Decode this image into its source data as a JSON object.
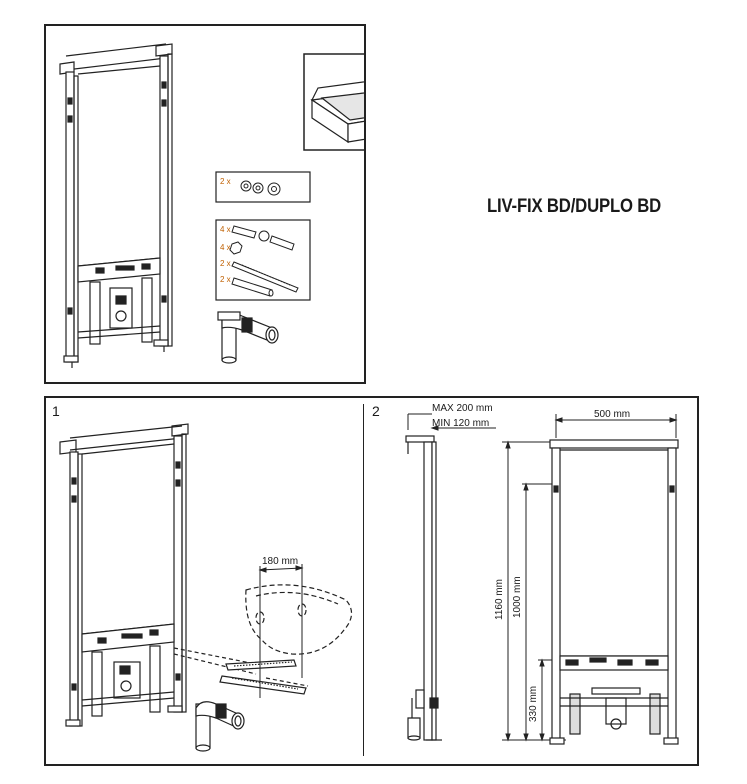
{
  "product_title": "LIV-FIX BD/DUPLO BD",
  "kit": {
    "washer_group": {
      "qty": "2 x"
    },
    "hardware_group": {
      "items": [
        {
          "qty": "4 x",
          "icon": "bolt-with-washer"
        },
        {
          "qty": "4 x",
          "icon": "nut"
        },
        {
          "qty": "2 x",
          "icon": "threaded-rod"
        },
        {
          "qty": "2 x",
          "icon": "sleeve"
        }
      ]
    }
  },
  "steps": [
    {
      "number": "1",
      "dimension": "180 mm"
    },
    {
      "number": "2",
      "depth_max": "MAX 200 mm",
      "depth_min": "MIN 120 mm",
      "width": "500 mm",
      "height_total": "1160 mm",
      "height_upper": "1000 mm",
      "height_lower": "330 mm"
    }
  ]
}
